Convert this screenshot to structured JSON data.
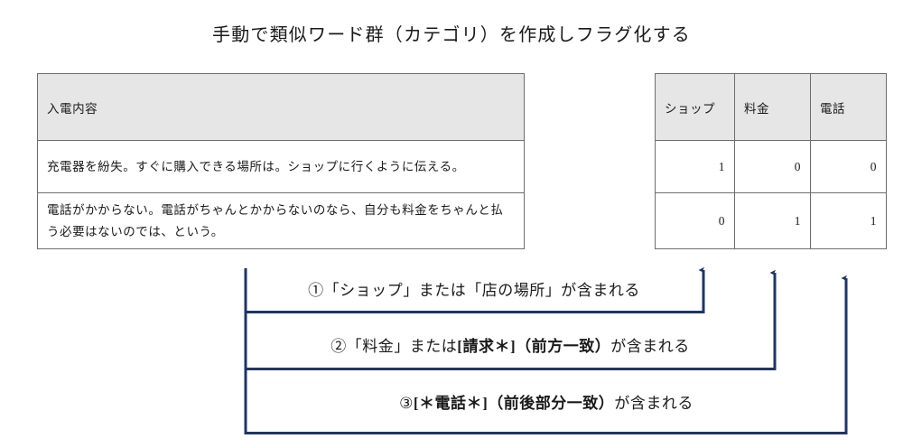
{
  "page": {
    "title": "手動で類似ワード群（カテゴリ）を作成しフラグ化する",
    "accent_color": "#1f3566",
    "header_fill": "#e7e6e6",
    "table_border": "#6d6d6d"
  },
  "left_table": {
    "header": "入電内容",
    "rows": [
      {
        "text": "充電器を紛失。すぐに購入できる場所は。ショップに行くように伝える。"
      },
      {
        "text": "電話がかからない。電話がちゃんとかからないのなら、自分も料金をちゃんと払う必要はないのでは、という。"
      }
    ]
  },
  "right_table": {
    "headers": [
      "ショップ",
      "料金",
      "電話"
    ],
    "rows": [
      [
        "1",
        "0",
        "0"
      ],
      [
        "0",
        "1",
        "1"
      ]
    ]
  },
  "annotations": [
    {
      "marker": "①",
      "pre": "「ショップ」または「店の場所」が含まれる",
      "bold": "",
      "post": "",
      "target_column": "ショップ"
    },
    {
      "marker": "②",
      "pre": "「料金」または",
      "bold": "[請求＊]（前方一致）",
      "post": "が含まれる",
      "target_column": "料金"
    },
    {
      "marker": "③",
      "pre": "",
      "bold": "[＊電話＊]（前後部分一致）",
      "post": "が含まれる",
      "target_column": "電話"
    }
  ]
}
